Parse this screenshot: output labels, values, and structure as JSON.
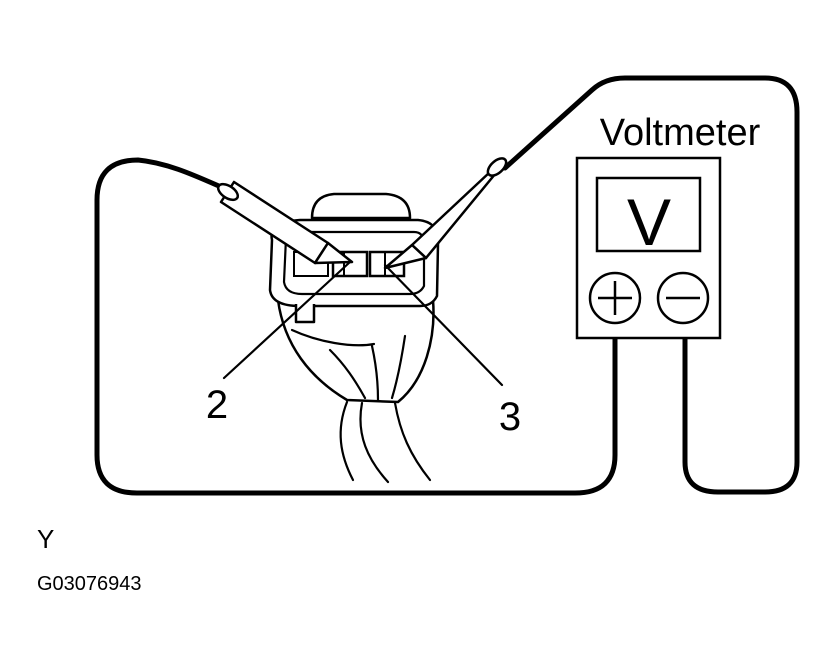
{
  "meter": {
    "title": "Voltmeter",
    "display_symbol": "V",
    "positive_terminal_icon": "plus-icon",
    "negative_terminal_icon": "minus-icon"
  },
  "terminals": {
    "left": "2",
    "right": "3"
  },
  "footer": {
    "connector_code": "Y",
    "figure_id": "G03076943"
  }
}
